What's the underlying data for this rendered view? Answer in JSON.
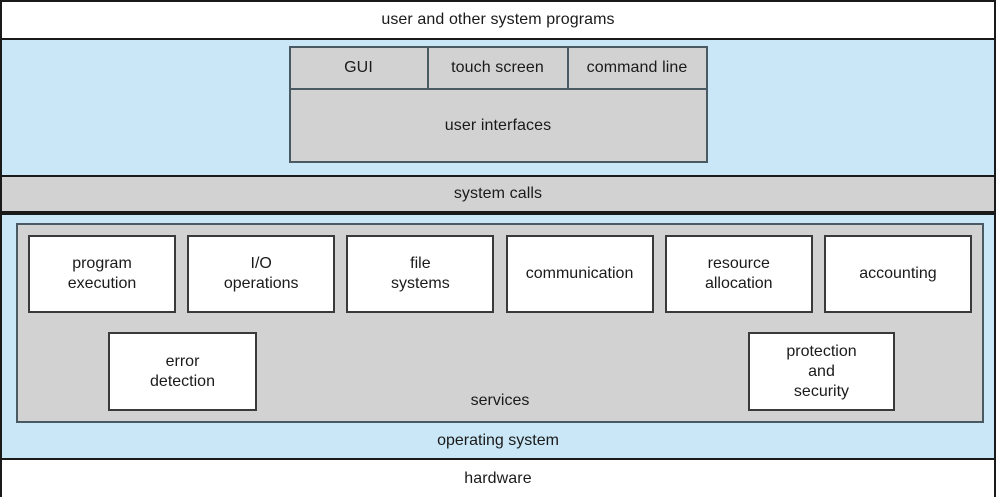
{
  "diagram": {
    "title": "operating system services layered view",
    "colors": {
      "blue_layer": "#c9e7f7",
      "gray_panel": "#d2d2d2",
      "box_fill": "#ffffff",
      "outline": "#1a1a1a",
      "panel_outline": "#4a5a63"
    }
  },
  "layers": {
    "programs": {
      "label": "user and other system programs"
    },
    "user_interfaces": {
      "modes": [
        {
          "label": "GUI"
        },
        {
          "label": "touch screen"
        },
        {
          "label": "command line"
        }
      ],
      "group_label": "user interfaces"
    },
    "system_calls": {
      "label": "system calls"
    },
    "services": {
      "group_label": "services",
      "primary": [
        {
          "label": "program\nexecution",
          "line1": "program",
          "line2": "execution"
        },
        {
          "label": "I/O operations",
          "line1": "I/O",
          "line2": "operations"
        },
        {
          "label": "file systems",
          "line1": "file",
          "line2": "systems"
        },
        {
          "label": "communication",
          "line1": "communication",
          "line2": ""
        },
        {
          "label": "resource allocation",
          "line1": "resource",
          "line2": "allocation"
        },
        {
          "label": "accounting",
          "line1": "accounting",
          "line2": ""
        }
      ],
      "secondary": [
        {
          "label": "error detection",
          "line1": "error",
          "line2": "detection",
          "line3": ""
        },
        {
          "label": "protection and security",
          "line1": "protection",
          "line2": "and",
          "line3": "security"
        }
      ]
    },
    "operating_system": {
      "label": "operating system"
    },
    "hardware": {
      "label": "hardware"
    }
  }
}
